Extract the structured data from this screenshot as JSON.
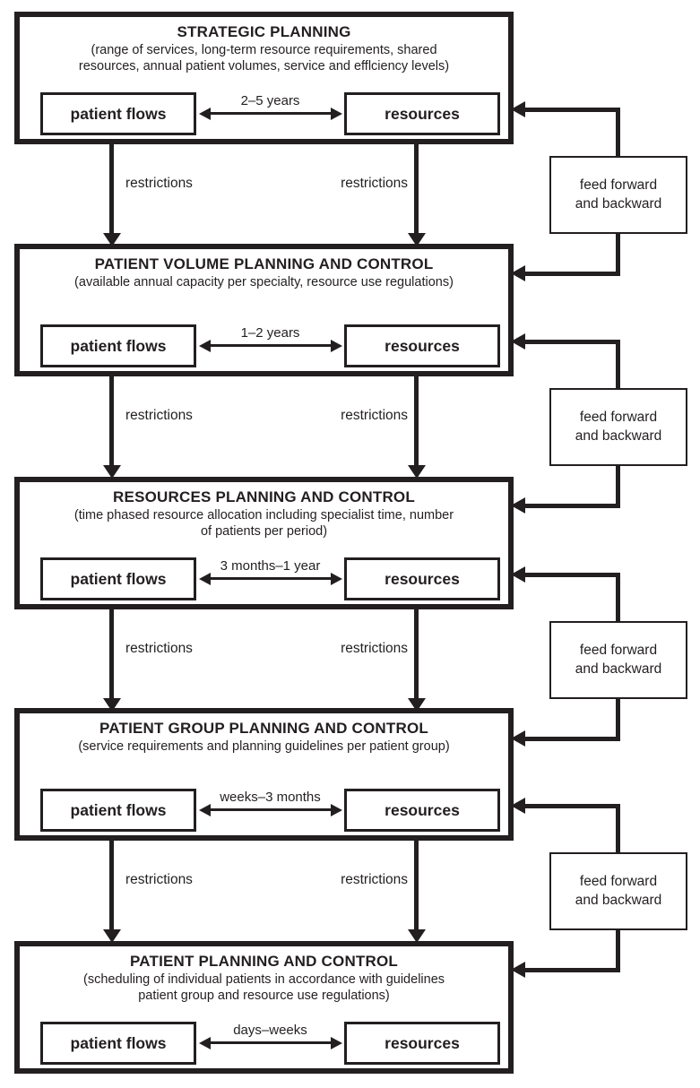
{
  "labels": {
    "restrictions": "restrictions",
    "feedback_line1": "feed forward",
    "feedback_line2": "and backward"
  },
  "levels": [
    {
      "title": "STRATEGIC PLANNING",
      "subtitle_lines": [
        "(range of services, long-term resource requirements, shared",
        "resources, annual patient volumes, service and efflciency levels)"
      ],
      "left_box": "patient flows",
      "right_box": "resources",
      "horizon": "2–5 years"
    },
    {
      "title": "PATIENT VOLUME PLANNING AND CONTROL",
      "subtitle_lines": [
        "(available annual capacity per specialty, resource use regulations)"
      ],
      "left_box": "patient flows",
      "right_box": "resources",
      "horizon": "1–2 years"
    },
    {
      "title": "RESOURCES PLANNING AND CONTROL",
      "subtitle_lines": [
        "(time phased resource allocation including specialist time, number",
        "of patients per period)"
      ],
      "left_box": "patient flows",
      "right_box": "resources",
      "horizon": "3 months–1 year"
    },
    {
      "title": "PATIENT GROUP PLANNING AND CONTROL",
      "subtitle_lines": [
        "(service requirements and planning guidelines per patient group)"
      ],
      "left_box": "patient flows",
      "right_box": "resources",
      "horizon": "weeks–3 months"
    },
    {
      "title": "PATIENT PLANNING AND CONTROL",
      "subtitle_lines": [
        "(scheduling of individual patients in accordance with guidelines",
        "patient group and resource use regulations)"
      ],
      "left_box": "patient flows",
      "right_box": "resources",
      "horizon": "days–weeks"
    }
  ],
  "colors": {
    "line": "#231f20",
    "background": "#ffffff"
  }
}
